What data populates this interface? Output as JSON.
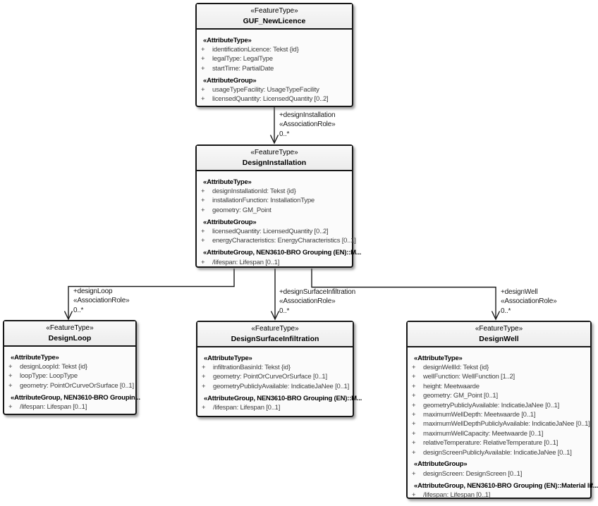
{
  "diagram": {
    "background_color": "#ffffff",
    "line_color": "#1a1a1a",
    "box_border_color": "#161616"
  },
  "classes": [
    {
      "id": "GUF_NewLicence",
      "stereotype": "«FeatureType»",
      "name": "GUF_NewLicence",
      "rows": [
        {
          "kind": "header",
          "text": "«AttributeType»"
        },
        {
          "kind": "attr",
          "vis": "+",
          "text": "identificationLicence: Tekst {id}"
        },
        {
          "kind": "attr",
          "vis": "+",
          "text": "legalType: LegalType"
        },
        {
          "kind": "attr",
          "vis": "+",
          "text": "startTime: PartialDate"
        },
        {
          "kind": "header",
          "text": "«AttributeGroup»"
        },
        {
          "kind": "attr",
          "vis": "+",
          "text": "usageTypeFacility: UsageTypeFacility"
        },
        {
          "kind": "attr",
          "vis": "+",
          "text": "licensedQuantity: LicensedQuantity [0..2]"
        }
      ]
    },
    {
      "id": "DesignInstallation",
      "stereotype": "«FeatureType»",
      "name": "DesignInstallation",
      "rows": [
        {
          "kind": "header",
          "text": "«AttributeType»"
        },
        {
          "kind": "attr",
          "vis": "+",
          "text": "designInstallationId: Tekst {id}"
        },
        {
          "kind": "attr",
          "vis": "+",
          "text": "installationFunction: InstallationType"
        },
        {
          "kind": "attr",
          "vis": "+",
          "text": "geometry: GM_Point"
        },
        {
          "kind": "header",
          "text": "«AttributeGroup»"
        },
        {
          "kind": "attr",
          "vis": "+",
          "text": "licensedQuantity: LicensedQuantity [0..2]"
        },
        {
          "kind": "attr",
          "vis": "+",
          "text": "energyCharacteristics: EnergyCharacteristics [0..1]"
        },
        {
          "kind": "header",
          "text": "«AttributeGroup, NEN3610-BRO Grouping (EN)::M..."
        },
        {
          "kind": "attr",
          "vis": "+",
          "text": "/lifespan: Lifespan [0..1]"
        }
      ]
    },
    {
      "id": "DesignLoop",
      "stereotype": "«FeatureType»",
      "name": "DesignLoop",
      "rows": [
        {
          "kind": "header",
          "text": "«AttributeType»"
        },
        {
          "kind": "attr",
          "vis": "+",
          "text": "designLoopId: Tekst {id}"
        },
        {
          "kind": "attr",
          "vis": "+",
          "text": "loopType: LoopType"
        },
        {
          "kind": "attr",
          "vis": "+",
          "text": "geometry: PointOrCurveOrSurface [0..1]"
        },
        {
          "kind": "header",
          "text": "«AttributeGroup, NEN3610-BRO Groupin..."
        },
        {
          "kind": "attr",
          "vis": "+",
          "text": "/lifespan: Lifespan [0..1]"
        }
      ]
    },
    {
      "id": "DesignSurfaceInfiltration",
      "stereotype": "«FeatureType»",
      "name": "DesignSurfaceInfiltration",
      "rows": [
        {
          "kind": "header",
          "text": "«AttributeType»"
        },
        {
          "kind": "attr",
          "vis": "+",
          "text": "infiltrationBasinId: Tekst {id}"
        },
        {
          "kind": "attr",
          "vis": "+",
          "text": "geometry: PointOrCurveOrSurface [0..1]"
        },
        {
          "kind": "attr",
          "vis": "+",
          "text": "geometryPubliclyAvailable: IndicatieJaNee [0..1]"
        },
        {
          "kind": "header",
          "text": "«AttributeGroup, NEN3610-BRO Grouping (EN)::M..."
        },
        {
          "kind": "attr",
          "vis": "+",
          "text": "/lifespan: Lifespan [0..1]"
        }
      ]
    },
    {
      "id": "DesignWell",
      "stereotype": "«FeatureType»",
      "name": "DesignWell",
      "rows": [
        {
          "kind": "header",
          "text": "«AttributeType»"
        },
        {
          "kind": "attr",
          "vis": "+",
          "text": "designWellId: Tekst {id}"
        },
        {
          "kind": "attr",
          "vis": "+",
          "text": "wellFunction: WellFunction [1..2]"
        },
        {
          "kind": "attr",
          "vis": "+",
          "text": "height: Meetwaarde"
        },
        {
          "kind": "attr",
          "vis": "+",
          "text": "geometry: GM_Point [0..1]"
        },
        {
          "kind": "attr",
          "vis": "+",
          "text": "geometryPubliclyAvailable: IndicatieJaNee [0..1]"
        },
        {
          "kind": "attr",
          "vis": "+",
          "text": "maximumWellDepth: Meetwaarde [0..1]"
        },
        {
          "kind": "attr",
          "vis": "+",
          "text": "maximumWellDepthPubliclyAvailable: IndicatieJaNee [0..1]"
        },
        {
          "kind": "attr",
          "vis": "+",
          "text": "maximumWellCapacity: Meetwaarde [0..1]"
        },
        {
          "kind": "attr",
          "vis": "+",
          "text": "relativeTemperature: RelativeTemperature [0..1]"
        },
        {
          "kind": "attr",
          "vis": "+",
          "text": "designScreenPubliclyAvailable: IndicatieJaNee [0..1]"
        },
        {
          "kind": "header",
          "text": "«AttributeGroup»"
        },
        {
          "kind": "attr",
          "vis": "+",
          "text": "designScreen: DesignScreen [0..1]"
        },
        {
          "kind": "header",
          "text": "«AttributeGroup, NEN3610-BRO Grouping (EN)::Material lif..."
        },
        {
          "kind": "attr",
          "vis": "+",
          "text": "/lifespan: Lifespan [0..1]"
        }
      ]
    }
  ],
  "associations": [
    {
      "role": "+designInstallation",
      "stereotype": "«AssociationRole»",
      "multiplicity": "0..*"
    },
    {
      "role": "+designLoop",
      "stereotype": "«AssociationRole»",
      "multiplicity": "0..*"
    },
    {
      "role": "+designSurfaceInfiltration",
      "stereotype": "«AssociationRole»",
      "multiplicity": "0..*"
    },
    {
      "role": "+designWell",
      "stereotype": "«AssociationRole»",
      "multiplicity": "0..*"
    }
  ]
}
